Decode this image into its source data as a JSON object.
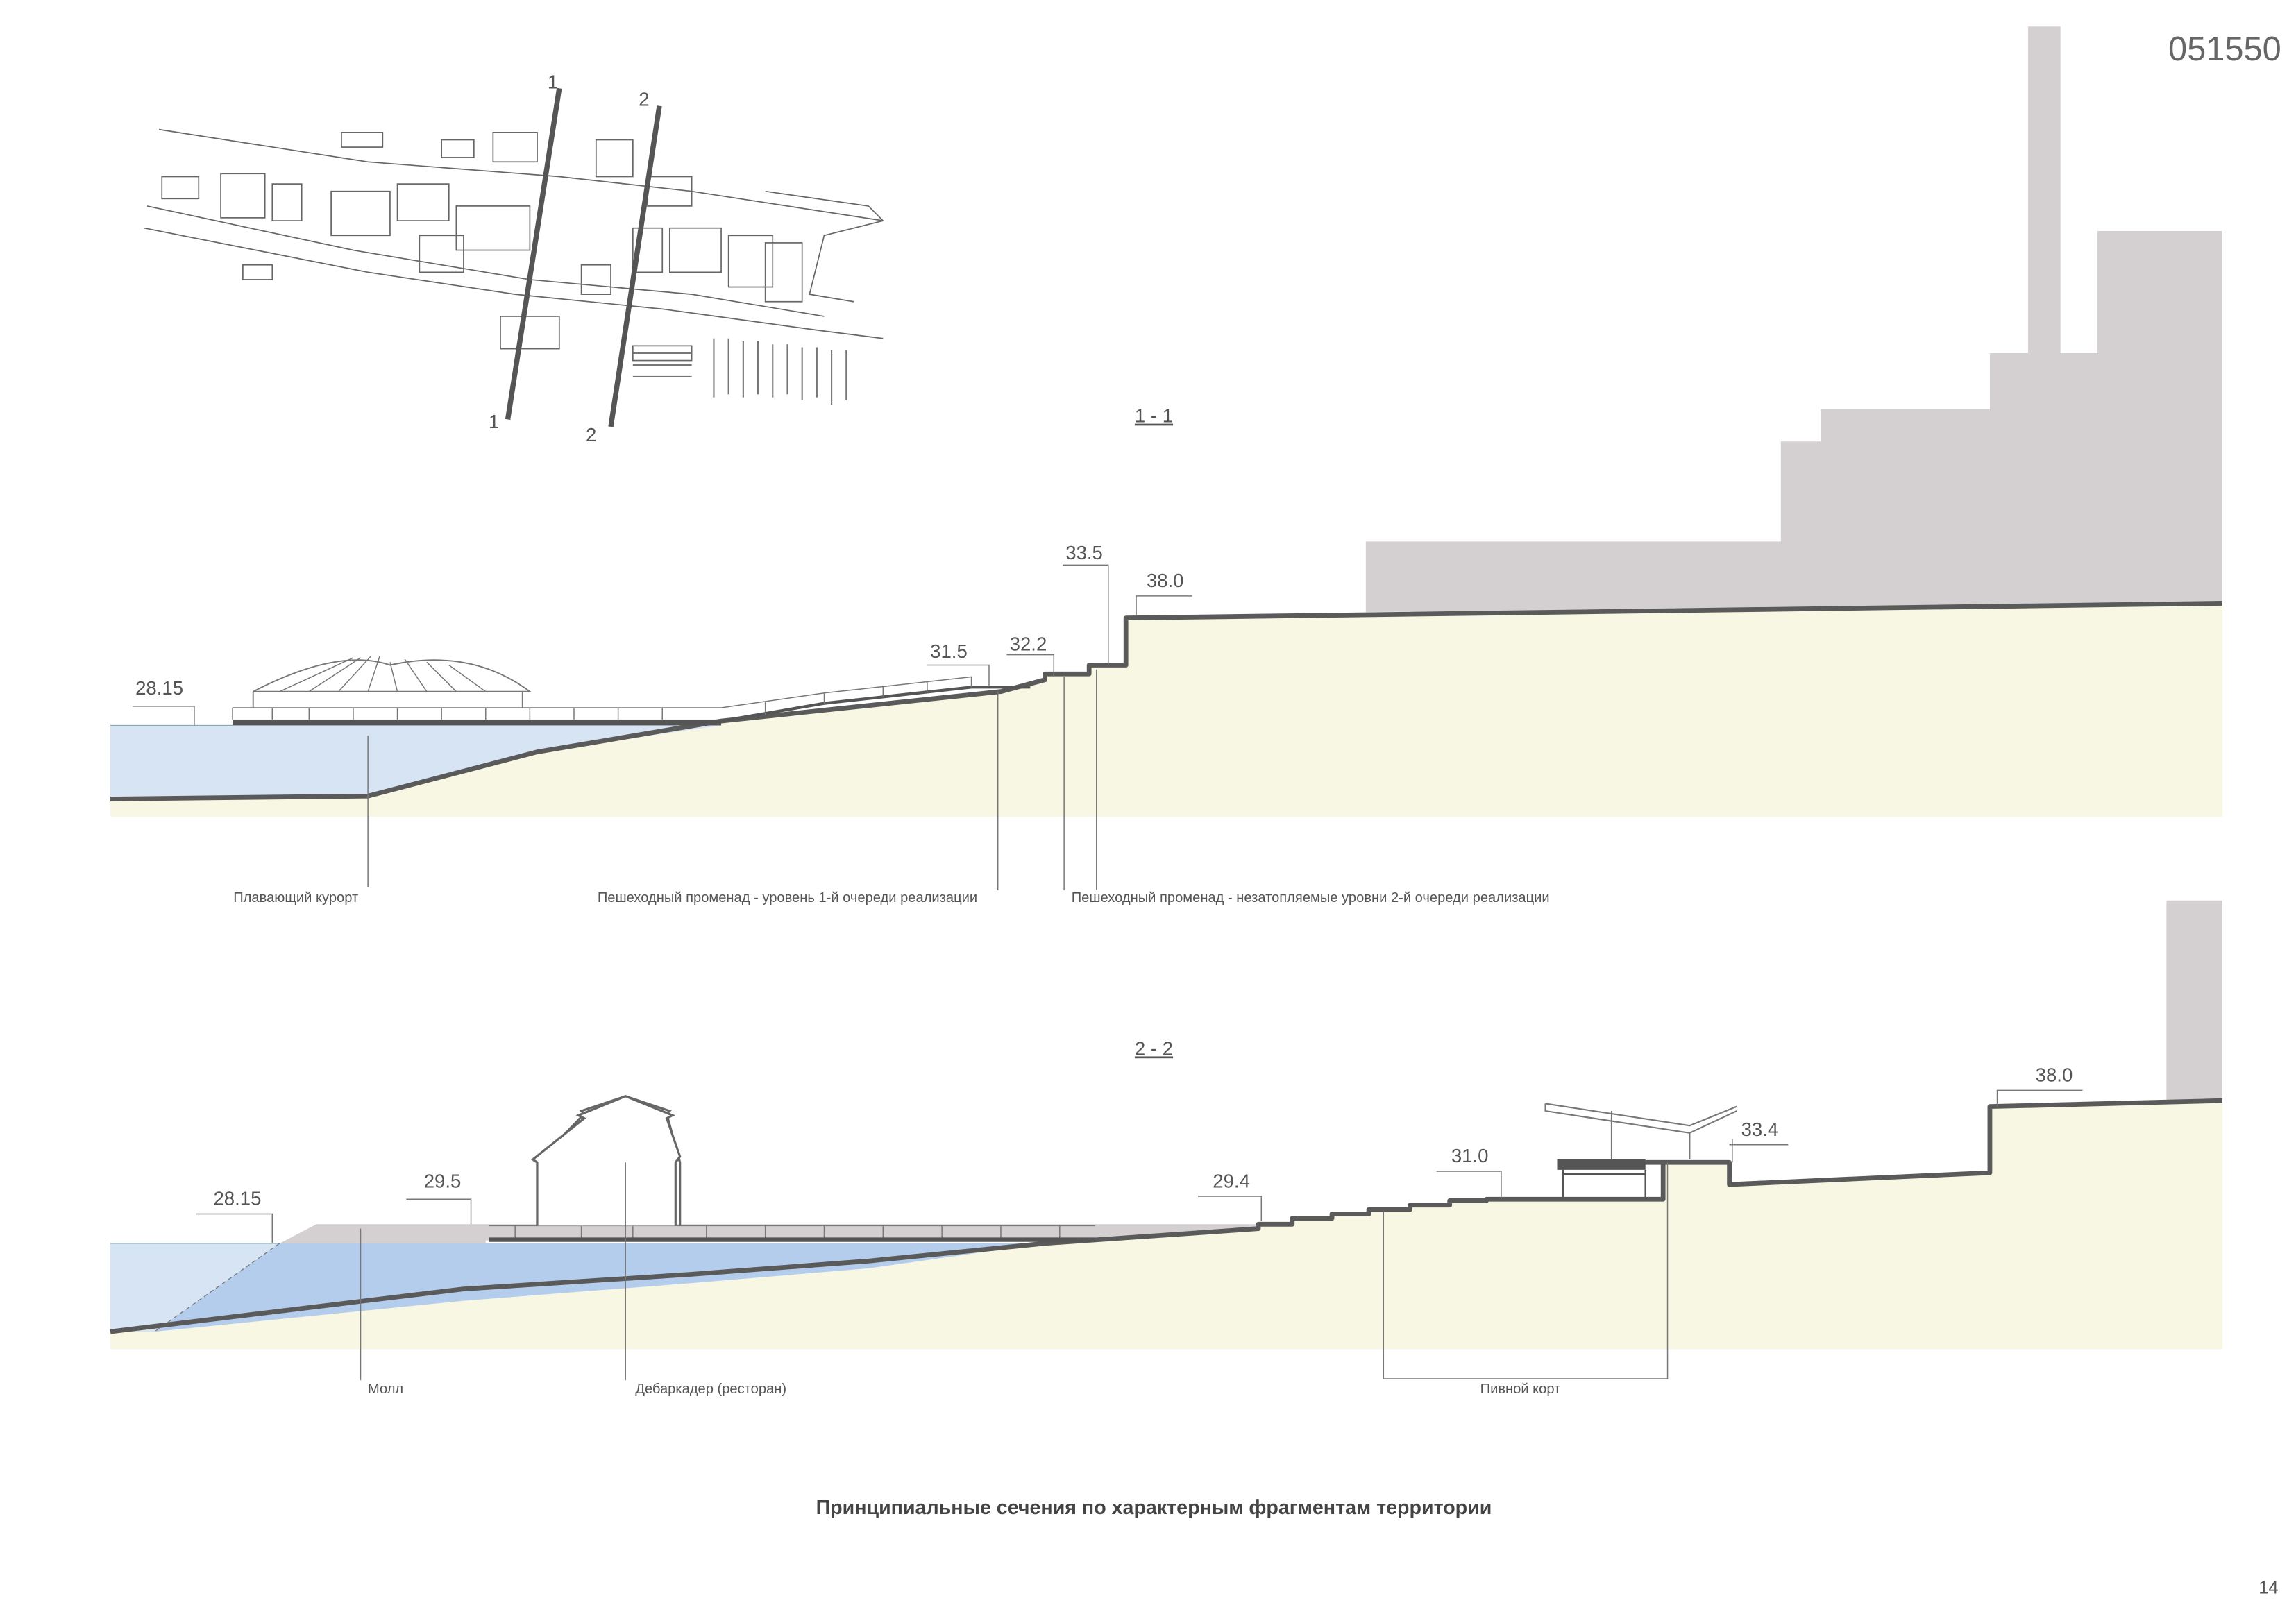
{
  "header": {
    "sheet_code": "051550",
    "page_number": "14"
  },
  "title": "Принципиальные сечения по характерным фрагментам территории",
  "key_plan": {
    "cut_labels": [
      "1",
      "1",
      "2",
      "2"
    ]
  },
  "section_1": {
    "label": "1 - 1",
    "elevations": [
      "28.15",
      "31.5",
      "32.2",
      "33.5",
      "38.0"
    ],
    "callouts": [
      "Плавающий курорт",
      "Пешеходный променад - уровень 1-й очереди реализации",
      "Пешеходный променад - незатопляемые уровни 2-й очереди реализации"
    ]
  },
  "section_2": {
    "label": "2 - 2",
    "elevations": [
      "28.15",
      "29.5",
      "29.4",
      "31.0",
      "33.4",
      "38.0"
    ],
    "callouts": [
      "Молл",
      "Дебаркадер (ресторан)",
      "Пивной корт"
    ]
  },
  "colors": {
    "ground": "#f7f7e4",
    "water_light": "#d6e4f3",
    "water": "#b5cdec",
    "buildings": "#d4d0d2",
    "outline": "#5a5a5a"
  }
}
